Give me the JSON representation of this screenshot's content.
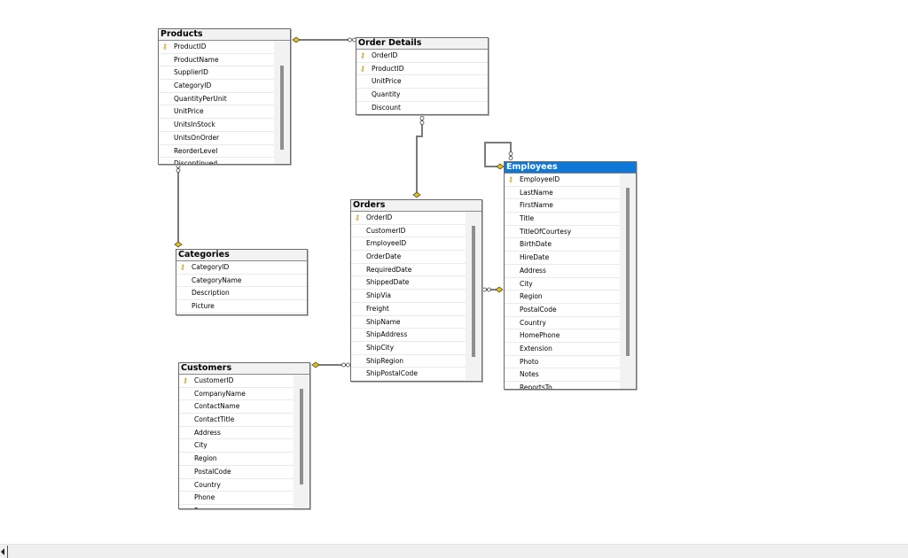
{
  "tables": [
    {
      "id": "products",
      "name": "Products",
      "columns": [
        {
          "name": "ProductID",
          "key": true
        },
        {
          "name": "ProductName"
        },
        {
          "name": "SupplierID"
        },
        {
          "name": "CategoryID"
        },
        {
          "name": "QuantityPerUnit"
        },
        {
          "name": "UnitPrice"
        },
        {
          "name": "UnitsInStock"
        },
        {
          "name": "UnitsOnOrder"
        },
        {
          "name": "ReorderLevel"
        },
        {
          "name": "Discontinued"
        }
      ],
      "scroll": true,
      "selected": false
    },
    {
      "id": "order-details",
      "name": "Order Details",
      "columns": [
        {
          "name": "OrderID",
          "key": true
        },
        {
          "name": "ProductID",
          "key": true
        },
        {
          "name": "UnitPrice"
        },
        {
          "name": "Quantity"
        },
        {
          "name": "Discount"
        }
      ],
      "scroll": false,
      "selected": false
    },
    {
      "id": "categories",
      "name": "Categories",
      "columns": [
        {
          "name": "CategoryID",
          "key": true
        },
        {
          "name": "CategoryName"
        },
        {
          "name": "Description"
        },
        {
          "name": "Picture"
        }
      ],
      "scroll": false,
      "selected": false
    },
    {
      "id": "orders",
      "name": "Orders",
      "columns": [
        {
          "name": "OrderID",
          "key": true
        },
        {
          "name": "CustomerID"
        },
        {
          "name": "EmployeeID"
        },
        {
          "name": "OrderDate"
        },
        {
          "name": "RequiredDate"
        },
        {
          "name": "ShippedDate"
        },
        {
          "name": "ShipVia"
        },
        {
          "name": "Freight"
        },
        {
          "name": "ShipName"
        },
        {
          "name": "ShipAddress"
        },
        {
          "name": "ShipCity"
        },
        {
          "name": "ShipRegion"
        },
        {
          "name": "ShipPostalCode"
        }
      ],
      "scroll": true,
      "selected": false
    },
    {
      "id": "employees",
      "name": "Employees",
      "columns": [
        {
          "name": "EmployeeID",
          "key": true
        },
        {
          "name": "LastName"
        },
        {
          "name": "FirstName"
        },
        {
          "name": "Title"
        },
        {
          "name": "TitleOfCourtesy"
        },
        {
          "name": "BirthDate"
        },
        {
          "name": "HireDate"
        },
        {
          "name": "Address"
        },
        {
          "name": "City"
        },
        {
          "name": "Region"
        },
        {
          "name": "PostalCode"
        },
        {
          "name": "Country"
        },
        {
          "name": "HomePhone"
        },
        {
          "name": "Extension"
        },
        {
          "name": "Photo"
        },
        {
          "name": "Notes"
        },
        {
          "name": "ReportsTo"
        }
      ],
      "scroll": true,
      "selected": true
    },
    {
      "id": "customers",
      "name": "Customers",
      "columns": [
        {
          "name": "CustomerID",
          "key": true
        },
        {
          "name": "CompanyName"
        },
        {
          "name": "ContactName"
        },
        {
          "name": "ContactTitle"
        },
        {
          "name": "Address"
        },
        {
          "name": "City"
        },
        {
          "name": "Region"
        },
        {
          "name": "PostalCode"
        },
        {
          "name": "Country"
        },
        {
          "name": "Phone"
        },
        {
          "name": "Fax"
        }
      ],
      "scroll": true,
      "selected": false
    }
  ],
  "colors": {
    "selected_header": "#0f78d7",
    "key_icon": "#b89000",
    "link_line": "#7a7a7a",
    "link_key_end": "#e6c200"
  },
  "icons": {
    "primary_key": "key-icon"
  }
}
